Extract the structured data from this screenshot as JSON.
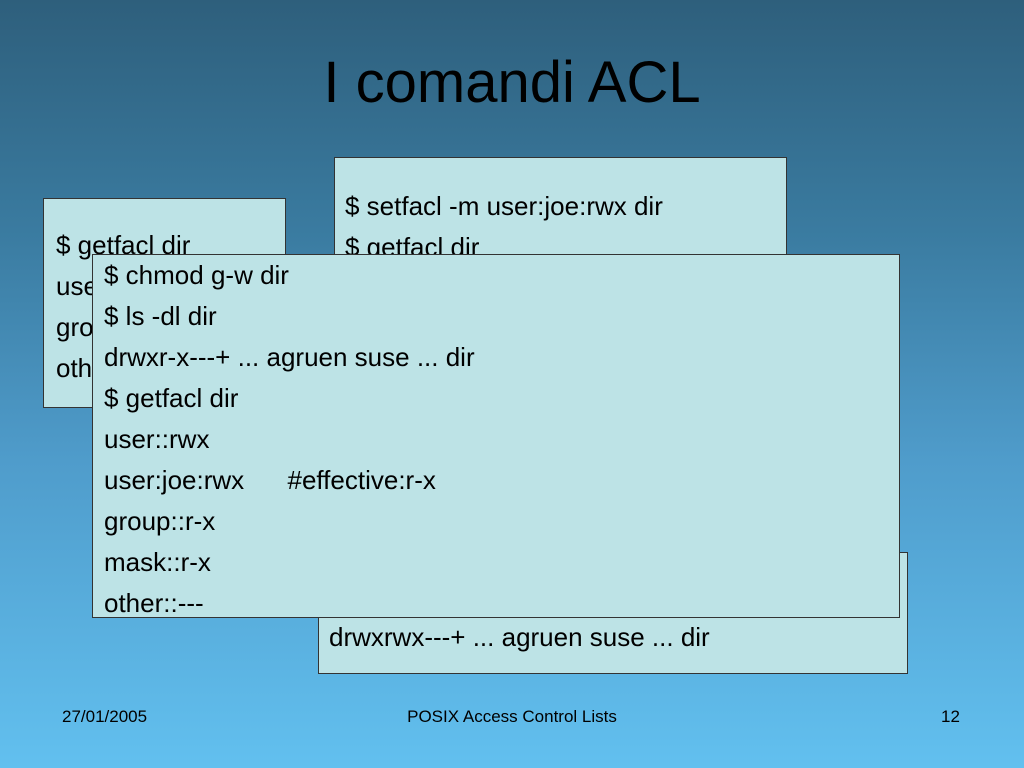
{
  "slide": {
    "title": "I comandi ACL"
  },
  "box_left": {
    "lines": [
      "$ getfacl dir",
      "user::rwx",
      "group::rwx",
      "other::---"
    ]
  },
  "box_right": {
    "lines": [
      "$ setfacl -m user:joe:rwx dir",
      "$ getfacl dir"
    ]
  },
  "box_bottom": {
    "lines": [
      "drwxrwx---+ ... agruen suse ... dir"
    ]
  },
  "box_front": {
    "lines": [
      "$ chmod g-w dir",
      "$ ls -dl dir",
      "drwxr-x---+ ... agruen suse ... dir",
      "$ getfacl dir",
      "user::rwx",
      "user:joe:rwx      #effective:r-x",
      "group::r-x",
      "mask::r-x",
      "other::---"
    ]
  },
  "footer": {
    "date": "27/01/2005",
    "title": "POSIX Access Control Lists",
    "page": "12"
  }
}
